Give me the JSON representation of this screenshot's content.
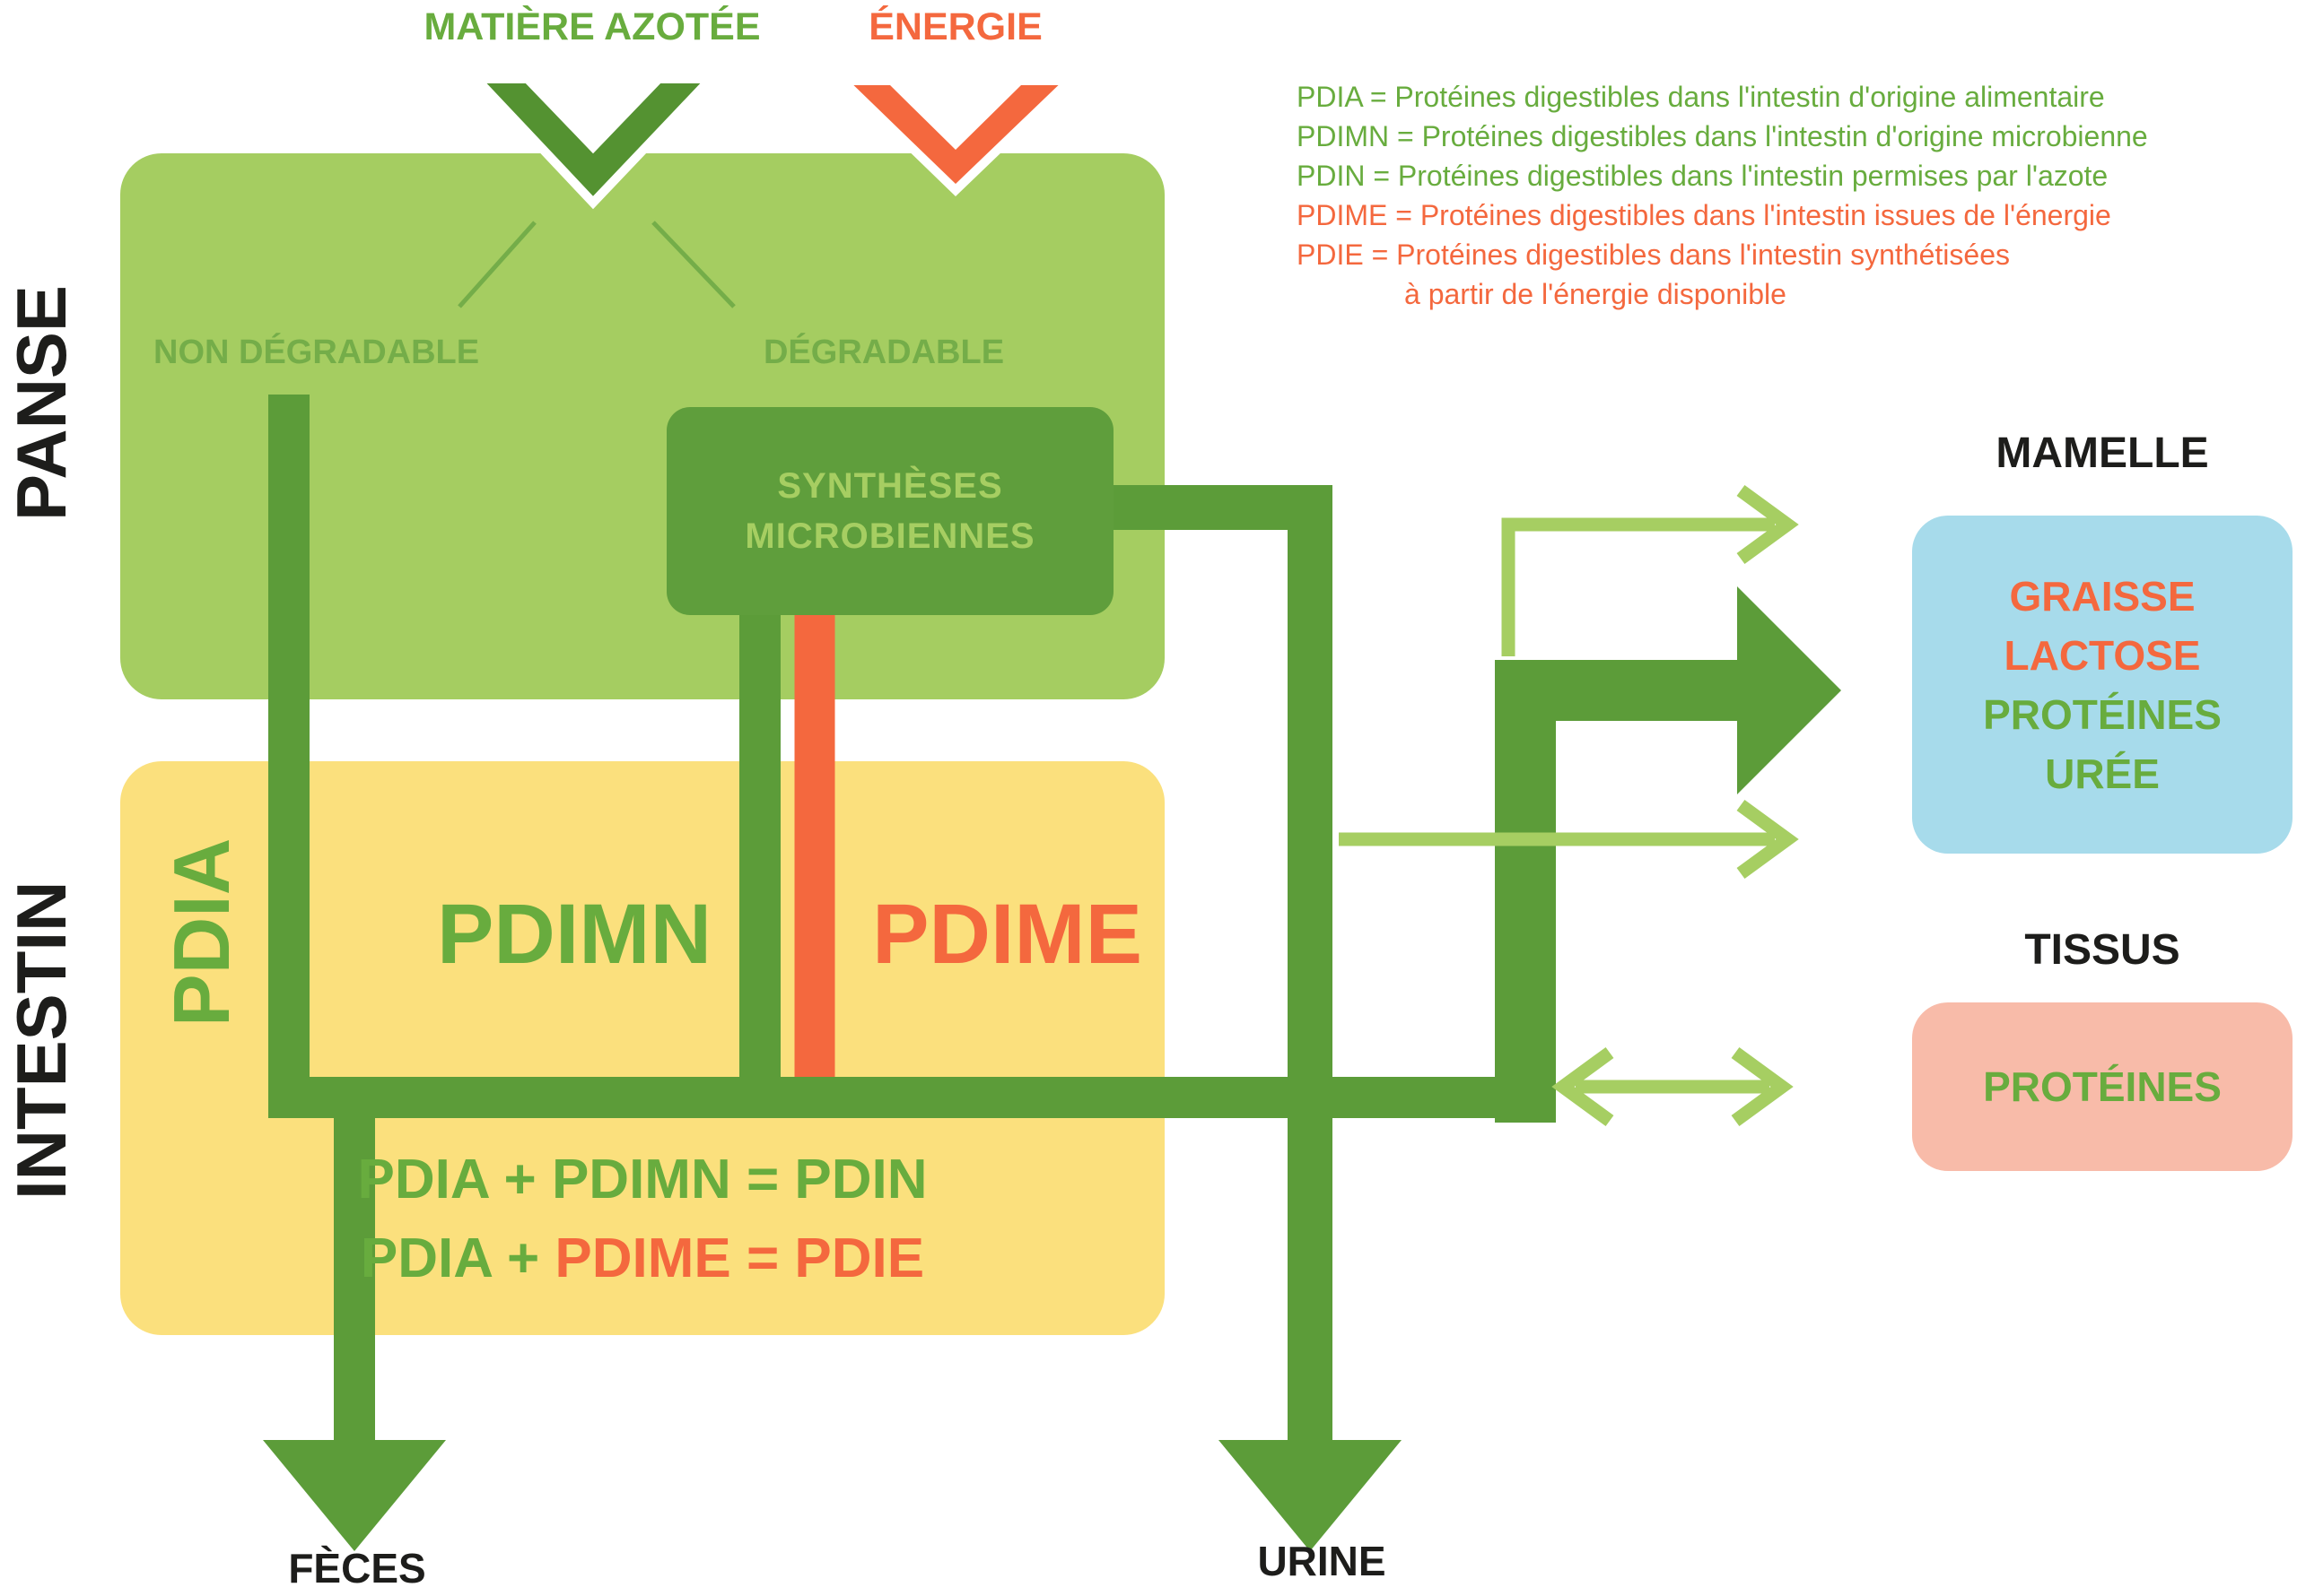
{
  "colors": {
    "dark_green_flow": "#5c9c39",
    "chevron_green": "#549231",
    "syntheses_box_green": "#5f9e3c",
    "mid_green_text": "#68ac3e",
    "light_green": "#a6ce62",
    "panse_box_green": "#a5cd61",
    "orange": "#f4683e",
    "intestin_box_yellow": "#fbe07d",
    "mamelle_box_blue": "#a7dbeb",
    "tissus_box_pink": "#f8bba9",
    "text_black": "#1d1d1b"
  },
  "inputs": {
    "matiere_azotee": "MATIÈRE AZOTÉE",
    "energie": "ÉNERGIE"
  },
  "legend": {
    "lines": [
      {
        "text": "PDIA = Protéines digestibles dans l'intestin d'origine alimentaire",
        "color": "green"
      },
      {
        "text": "PDIMN = Protéines digestibles dans l'intestin d'origine microbienne",
        "color": "green"
      },
      {
        "text": "PDIN = Protéines digestibles dans l'intestin permises par l'azote",
        "color": "green"
      },
      {
        "text": "PDIME = Protéines digestibles dans l'intestin issues de l'énergie",
        "color": "orange"
      },
      {
        "text": "PDIE = Protéines digestibles dans l'intestin synthétisées",
        "color": "orange"
      },
      {
        "text": "à partir de l'énergie disponible",
        "color": "orange"
      }
    ]
  },
  "sections": {
    "panse": "PANSE",
    "intestin": "INTESTIN"
  },
  "panse": {
    "non_degradable": "NON DÉGRADABLE",
    "degradable": "DÉGRADABLE",
    "syntheses_line1": "SYNTHÈSES",
    "syntheses_line2": "MICROBIENNES"
  },
  "intestin": {
    "pdia": "PDIA",
    "pdimn": "PDIMN",
    "pdime": "PDIME",
    "equation1": "PDIA + PDIMN = PDIN",
    "equation2_parts": [
      {
        "text": "PDIA + ",
        "color": "green"
      },
      {
        "text": "PDIME = PDIE",
        "color": "orange"
      }
    ]
  },
  "outputs": {
    "feces": "FÈCES",
    "urine": "URINE"
  },
  "targets": {
    "mamelle_label": "MAMELLE",
    "mamelle_items": [
      {
        "text": "GRAISSE",
        "color": "orange"
      },
      {
        "text": "LACTOSE",
        "color": "orange"
      },
      {
        "text": "PROTÉINES",
        "color": "green"
      },
      {
        "text": "URÉE",
        "color": "green"
      }
    ],
    "tissus_label": "TISSUS",
    "tissus_items": [
      {
        "text": "PROTÉINES",
        "color": "green"
      }
    ]
  }
}
